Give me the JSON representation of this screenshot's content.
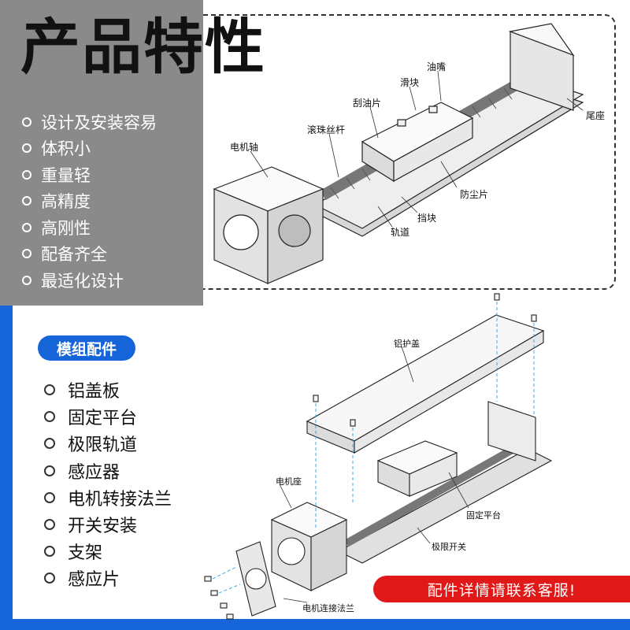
{
  "features": {
    "title": "产品特性",
    "items": [
      "设计及安装容易",
      "体积小",
      "重量轻",
      "高精度",
      "高刚性",
      "配备齐全",
      "最适化设计"
    ]
  },
  "diagram_top": {
    "labels": {
      "motor_shaft": "电机轴",
      "ball_screw": "滚珠丝杆",
      "wiper": "刮油片",
      "slider": "滑块",
      "oil_nozzle": "油嘴",
      "tail_seat": "尾座",
      "dust_cover": "防尘片",
      "stopper": "挡块",
      "rail": "轨道"
    }
  },
  "accessories": {
    "title": "模组配件",
    "items": [
      "铝盖板",
      "固定平台",
      "极限轨道",
      "感应器",
      "电机转接法兰",
      "开关安装",
      "支架",
      "感应片"
    ]
  },
  "diagram_bottom": {
    "labels": {
      "aluminum_cover": "铝护盖",
      "motor_seat": "电机座",
      "fixed_platform": "固定平台",
      "limit_switch": "极限开关",
      "motor_flange": "电机连接法兰"
    }
  },
  "contact_banner": "配件详情请联系客服!",
  "colors": {
    "brand_blue": "#1565d8",
    "banner_red": "#e01818",
    "panel_gray": "#8a8a8a"
  }
}
